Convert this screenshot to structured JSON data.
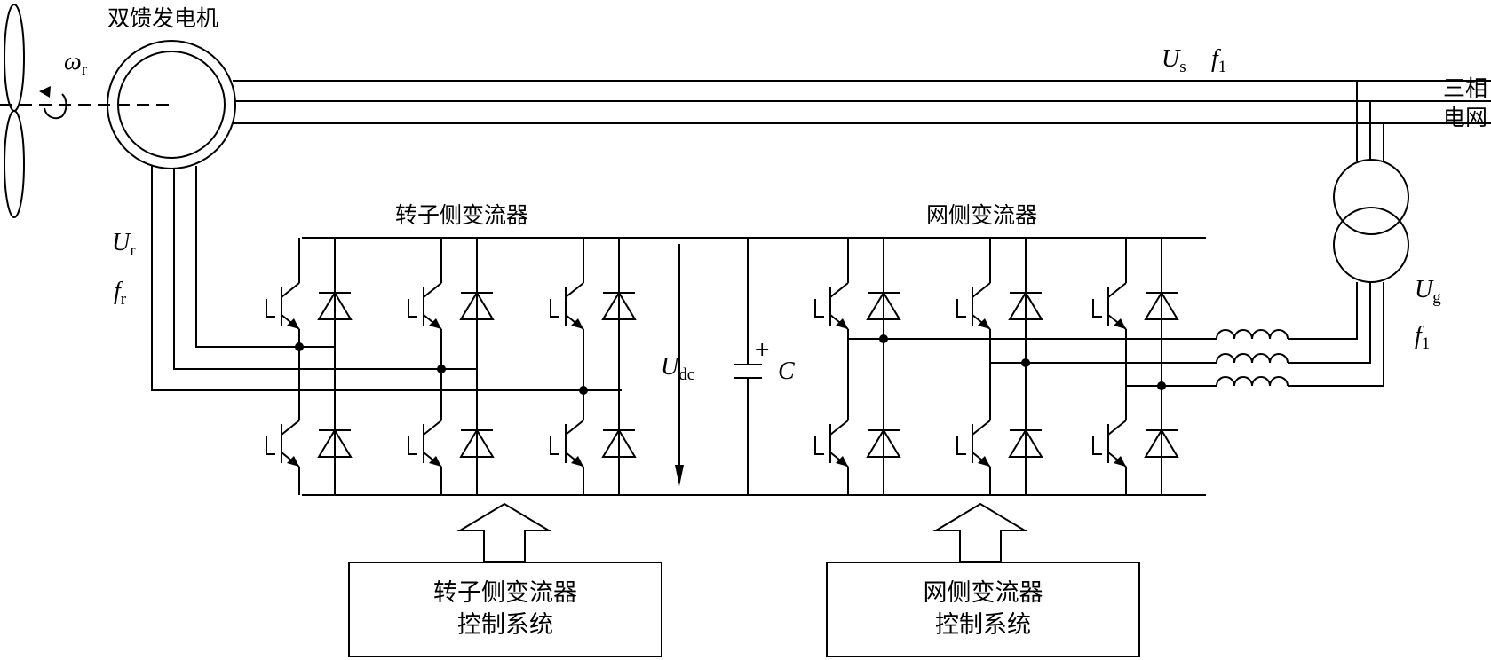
{
  "labels": {
    "generator": "双馈发电机",
    "omega_sym": "ω",
    "omega_sub": "r",
    "Us_sym": "U",
    "Us_sub": "s",
    "f1_top_sym": "f",
    "f1_top_sub": "1",
    "grid_line1": "三相",
    "grid_line2": "电网",
    "Ur_sym": "U",
    "Ur_sub": "r",
    "fr_sym": "f",
    "fr_sub": "r",
    "rotor_converter": "转子侧变流器",
    "grid_converter": "网侧变流器",
    "Udc_sym": "U",
    "Udc_sub": "dc",
    "cap_plus": "+",
    "cap_C": "C",
    "Ug_sym": "U",
    "Ug_sub": "g",
    "f1_right_sym": "f",
    "f1_right_sub": "1"
  },
  "control_boxes": {
    "rotor": {
      "line1": "转子侧变流器",
      "line2": "控制系统"
    },
    "grid": {
      "line1": "网侧变流器",
      "line2": "控制系统"
    }
  }
}
